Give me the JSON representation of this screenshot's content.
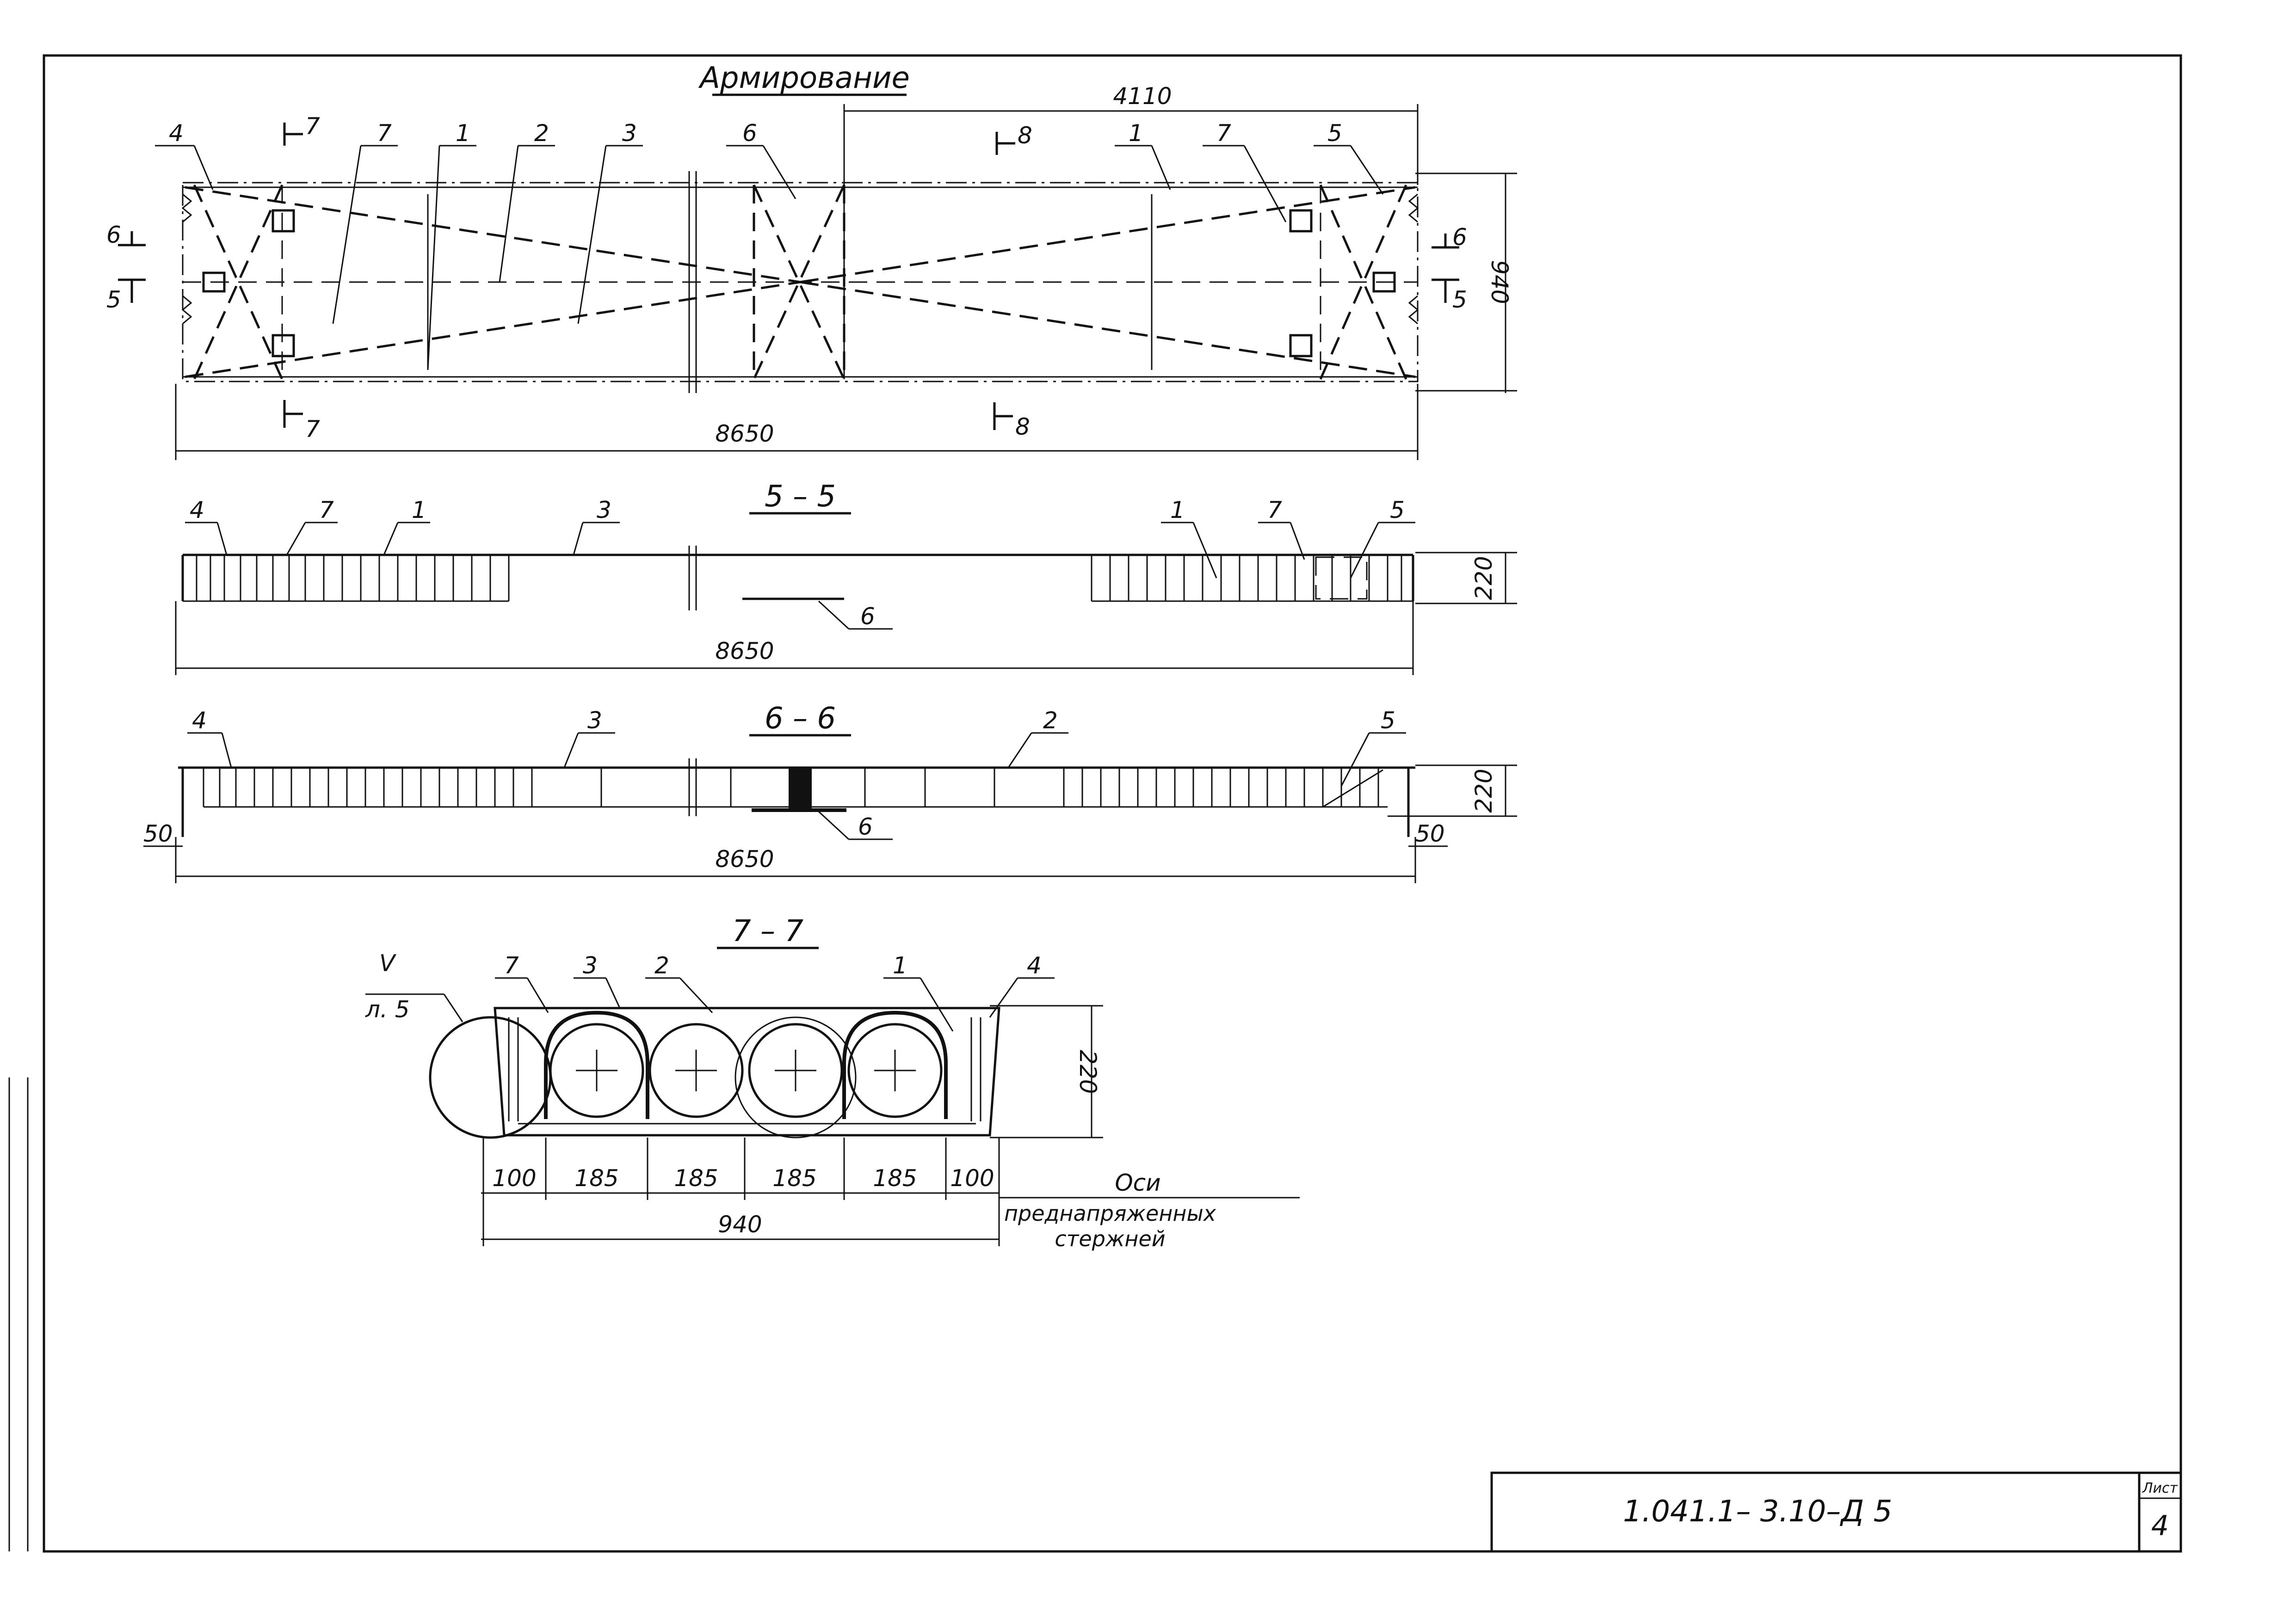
{
  "drawing": {
    "plan_title": "Армирование",
    "section_titles": {
      "s55": "5 – 5",
      "s66": "6 – 6",
      "s77": "7 – 7"
    },
    "dimensions": {
      "overall_length": "8650",
      "half_length": "4110",
      "width": "940",
      "height": "220",
      "end_offset": "50",
      "edge": "100",
      "spacing": "185"
    },
    "position_marks": [
      "1",
      "2",
      "3",
      "4",
      "5",
      "6",
      "7"
    ],
    "section_cut_marks": [
      "5",
      "6",
      "7",
      "8"
    ],
    "callout": {
      "node": "V",
      "sheet": "л. 5"
    },
    "note": {
      "line1": "Оси",
      "line2": "преднапряженных",
      "line3": "стержней"
    }
  },
  "title_block": {
    "doc_code": "1.041.1– 3.10–Д 5",
    "sheet_label": "Лист",
    "sheet_number": "4"
  }
}
